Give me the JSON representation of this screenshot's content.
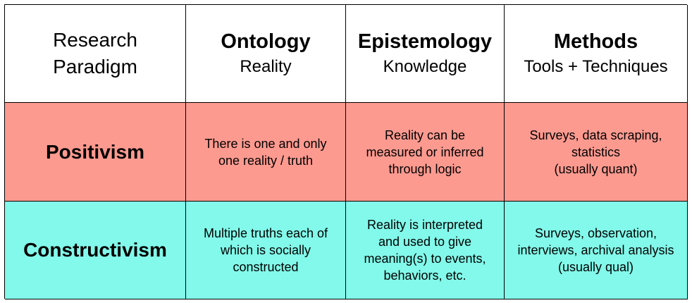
{
  "header": {
    "paradigm_line1": "Research",
    "paradigm_line2": "Paradigm",
    "ontology_title": "Ontology",
    "ontology_sub": "Reality",
    "epistemology_title": "Epistemology",
    "epistemology_sub": "Knowledge",
    "methods_title": "Methods",
    "methods_sub": "Tools + Techniques"
  },
  "rows": [
    {
      "label": "Positivism",
      "ontology": [
        "There is one and only",
        "one reality / truth"
      ],
      "epistemology": [
        "Reality can be",
        "measured or inferred",
        "through logic"
      ],
      "methods": [
        "Surveys, data scraping,",
        "statistics",
        "(usually quant)"
      ]
    },
    {
      "label": "Constructivism",
      "ontology": [
        "Multiple truths each of",
        "which is socially",
        "constructed"
      ],
      "epistemology": [
        "Reality is interpreted",
        "and used to give",
        "meaning(s) to events,",
        "behaviors, etc."
      ],
      "methods": [
        "Surveys, observation,",
        "interviews, archival analysis",
        "(usually qual)"
      ]
    }
  ],
  "colors": {
    "positivism_row": "#fd9a90",
    "constructivism_row": "#82f9ea",
    "header_row": "#ffffff",
    "border": "#000000"
  }
}
